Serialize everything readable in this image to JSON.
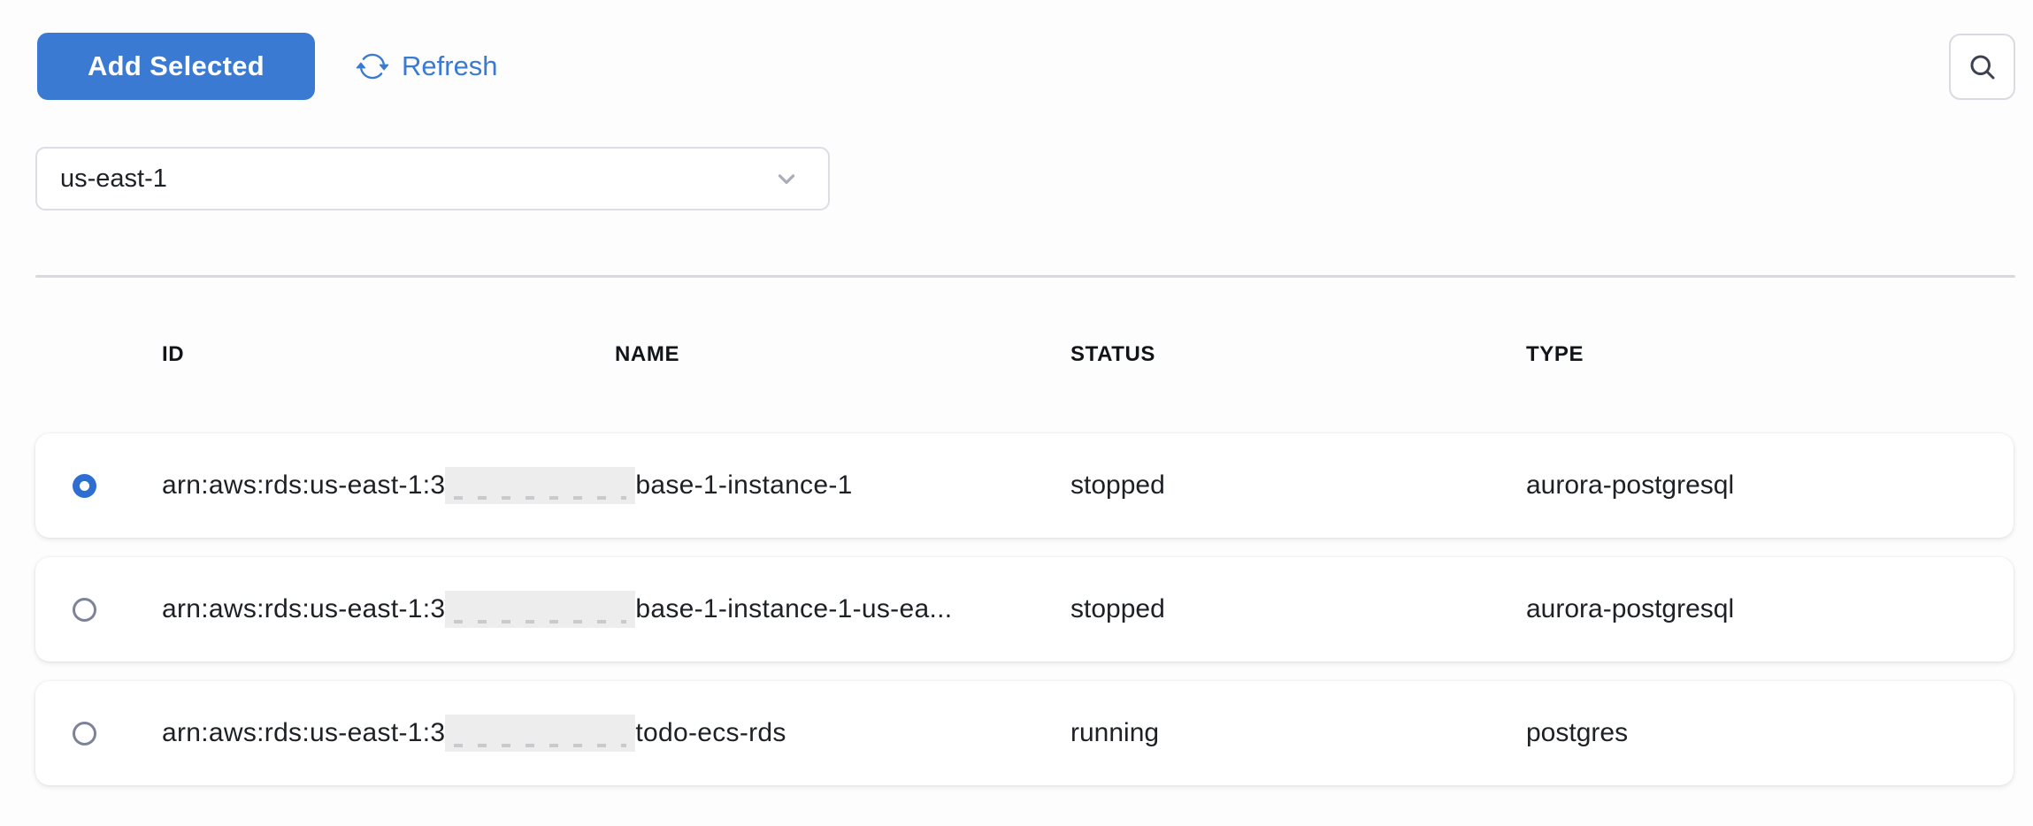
{
  "colors": {
    "accent": "#3a7ad3",
    "radio_selected": "#2d6ed0",
    "text_primary": "#1d2025",
    "divider": "#d6d9e0"
  },
  "toolbar": {
    "add_selected_label": "Add Selected",
    "refresh_label": "Refresh"
  },
  "region_select": {
    "value": "us-east-1"
  },
  "table": {
    "columns": [
      "ID",
      "NAME",
      "STATUS",
      "TYPE"
    ],
    "rows": [
      {
        "selected": true,
        "id_prefix": "arn:aws:rds:us-east-1:3",
        "id_redacted": true,
        "id_suffix": "base-1-instance-1",
        "name": "",
        "status": "stopped",
        "type": "aurora-postgresql"
      },
      {
        "selected": false,
        "id_prefix": "arn:aws:rds:us-east-1:3",
        "id_redacted": true,
        "id_suffix": "base-1-instance-1-us-ea...",
        "name": "",
        "status": "stopped",
        "type": "aurora-postgresql"
      },
      {
        "selected": false,
        "id_prefix": "arn:aws:rds:us-east-1:3",
        "id_redacted": true,
        "id_suffix": "todo-ecs-rds",
        "name": "",
        "status": "running",
        "type": "postgres"
      }
    ]
  }
}
